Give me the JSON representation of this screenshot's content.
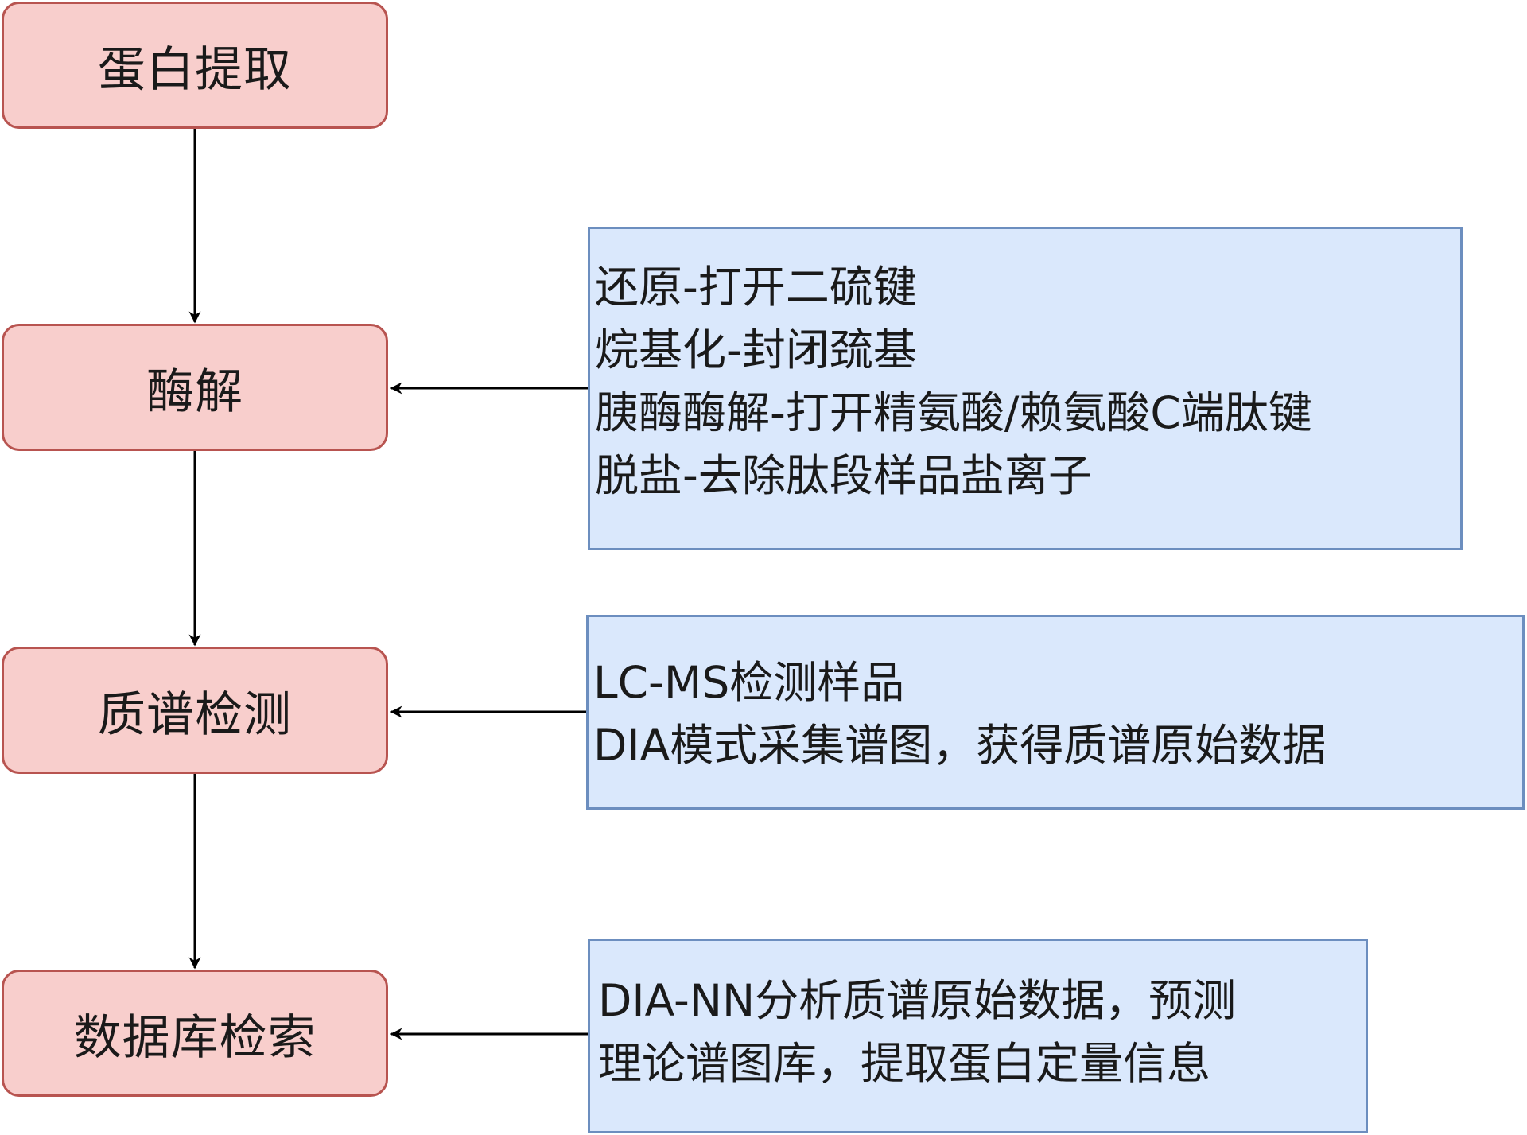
{
  "steps": [
    {
      "label": "蛋白提取"
    },
    {
      "label": "酶解"
    },
    {
      "label": "质谱检测"
    },
    {
      "label": "数据库检索"
    }
  ],
  "notes": [
    {
      "lines": [
        "还原-打开二硫键",
        "烷基化-封闭巯基",
        "胰酶酶解-打开精氨酸/赖氨酸C端肽键",
        "脱盐-去除肽段样品盐离子"
      ]
    },
    {
      "lines": [
        "LC-MS检测样品",
        "DIA模式采集谱图，获得质谱原始数据"
      ]
    },
    {
      "lines": [
        "DIA-NN分析质谱原始数据，预测",
        "理论谱图库，提取蛋白定量信息"
      ]
    }
  ],
  "colors": {
    "step_fill": "#f8cecc",
    "step_border": "#b85450",
    "note_fill": "#dae8fc",
    "note_border": "#6c8ebf",
    "arrow": "#000000"
  }
}
